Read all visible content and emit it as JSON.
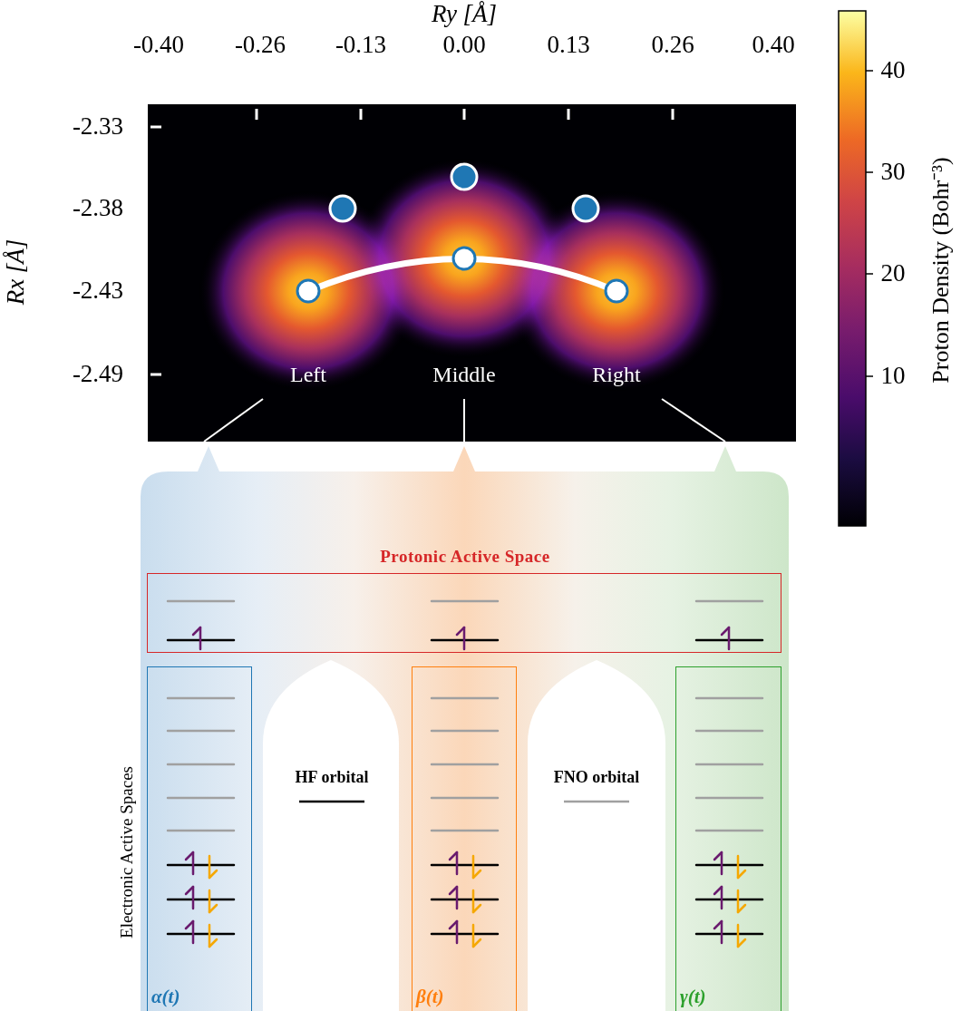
{
  "diagram": {
    "nodes": [
      {
        "text": [
          "Protonic Active Space"
        ]
      },
      {
        "text": [
          "α(t)"
        ]
      },
      {
        "text": [
          "β(t)"
        ]
      },
      {
        "text": [
          "γ(t)"
        ]
      }
    ],
    "labels": [
      "Ry [Å]",
      "-0.40",
      "-0.26",
      "-0.13",
      "0.00",
      "0.13",
      "0.26",
      "0.40",
      "Rx [Å]",
      "-2.33",
      "-2.38",
      "-2.43",
      "-2.49",
      "40",
      "30",
      "20",
      "10",
      "Proton Density (Bohr⁻³)",
      "Left",
      "Middle",
      "Right",
      "Electronic Active Spaces"
    ],
    "legend": [
      {
        "text": "HF orbital"
      },
      {
        "text": "FNO orbital"
      }
    ]
  }
}
